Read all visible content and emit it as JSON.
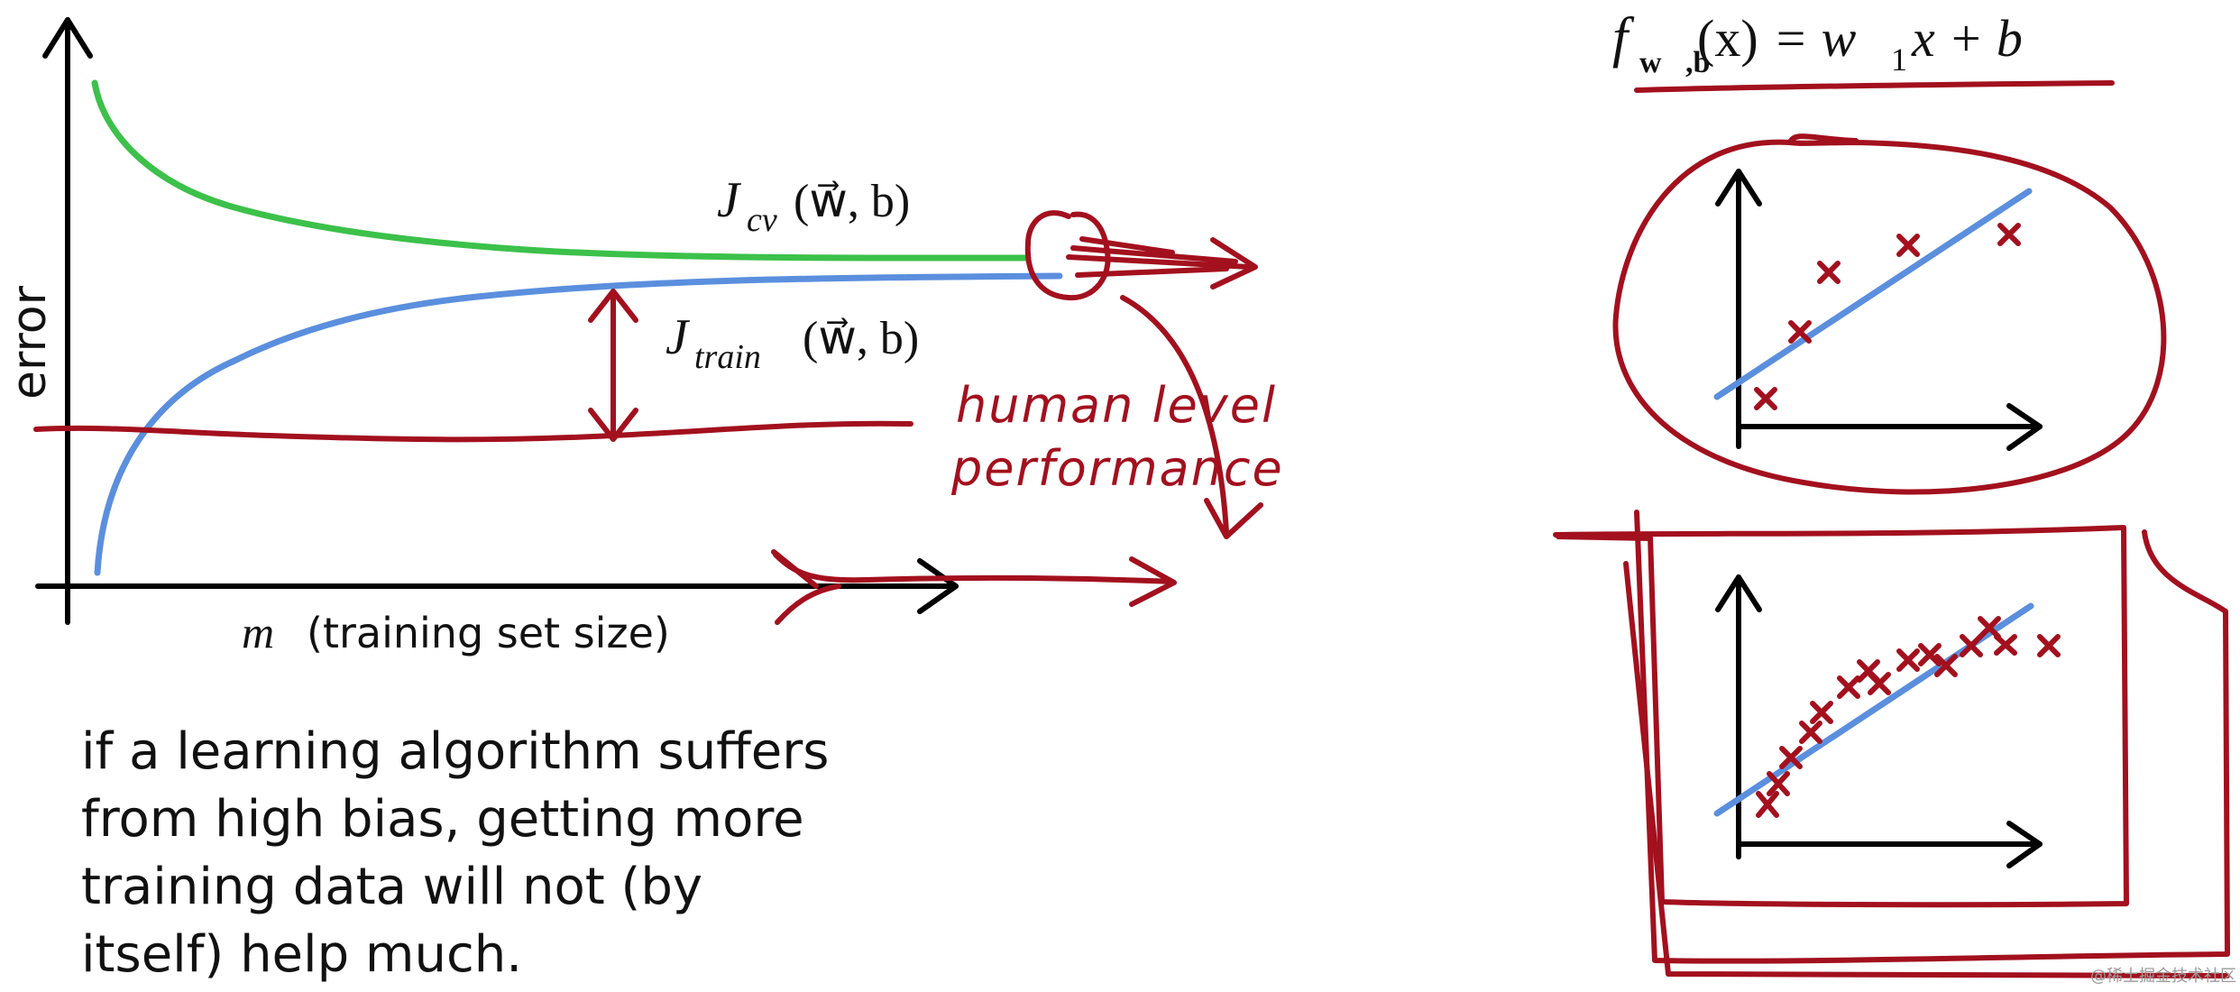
{
  "learning_curve": {
    "y_axis_label": "error",
    "x_axis_variable": "m",
    "x_axis_label": "(training set size)",
    "cv_curve_label": {
      "prefix": "J",
      "subscript": "cv",
      "args": "(w⃗, b)"
    },
    "train_curve_label": {
      "prefix": "J",
      "subscript": "train",
      "args": "(w⃗, b)"
    },
    "human_level_line1": "human level",
    "human_level_line2": "performance"
  },
  "statement": {
    "lines": [
      "if a learning algorithm suffers",
      "from high bias, getting more",
      "training data will not (by",
      "itself) help much."
    ]
  },
  "model_formula": {
    "func": "f",
    "subscript": "w⃗,b",
    "arg": "(x)",
    "rhs_start": " = w",
    "rhs_sub": "1",
    "rhs_end": "x + b"
  },
  "colors": {
    "cv_curve": "#3cc14a",
    "train_curve": "#5b8fde",
    "annotation_red": "#a3101e"
  },
  "watermark": "@稀土掘金技术社区"
}
